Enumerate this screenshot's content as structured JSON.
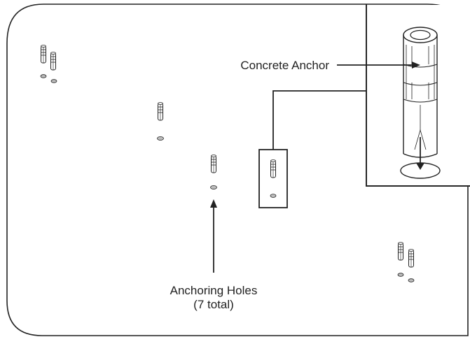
{
  "diagram": {
    "labels": {
      "concrete_anchor": "Concrete Anchor",
      "anchoring_holes_line1": "Anchoring Holes",
      "anchoring_holes_line2": "(7 total)"
    },
    "colors": {
      "line": "#222222",
      "hole_fill": "#bdbdbd",
      "background": "#ffffff"
    }
  }
}
